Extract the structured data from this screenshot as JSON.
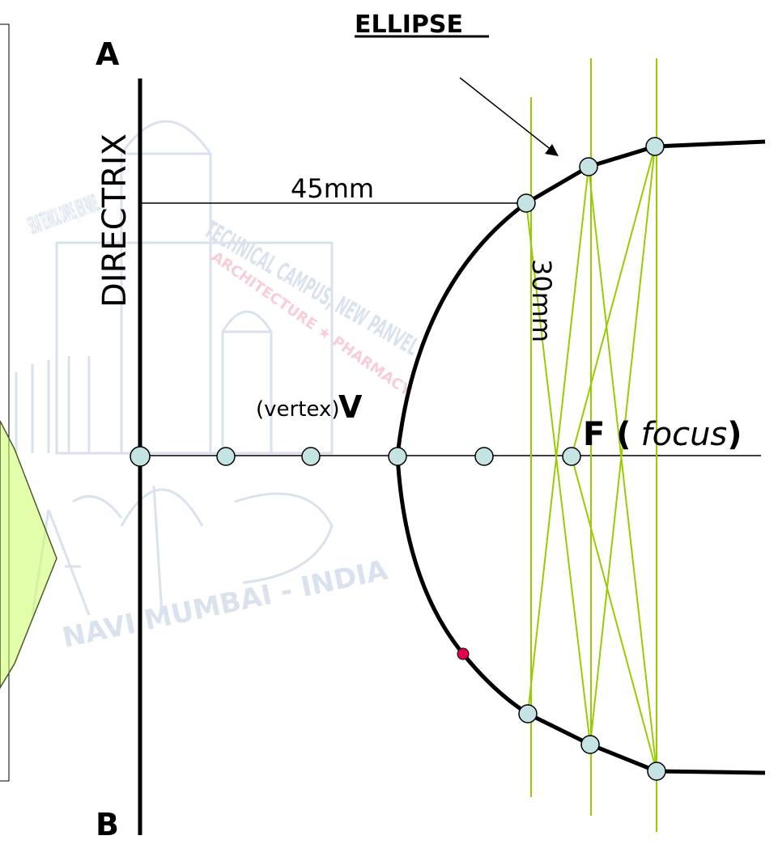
{
  "title": "ELLIPSE",
  "labels": {
    "point_a": "A",
    "point_b": "B",
    "directrix": "DIRECTRIX",
    "dim_45": "45mm",
    "dim_30": "30mm",
    "vertex_text": "(vertex)",
    "vertex_letter": "V",
    "focus_letter": "F (",
    "focus_word": "focus",
    "focus_close": ")"
  },
  "watermark": {
    "text_top": "SEKAR TECHNICAL CAMPUS, NEW PANVEL",
    "text_sub": "ARCHITECTURE ★ PHARMACY",
    "text_bottom": "NAVI MUMBAI - INDIA",
    "logo": "AKTC"
  },
  "colors": {
    "construction": "#99cc00",
    "point_fill": "#c5e3e3",
    "curve": "#000000",
    "special_point": "#e0004f",
    "watermark": "#7a96c2",
    "banner": "#ccff66"
  }
}
